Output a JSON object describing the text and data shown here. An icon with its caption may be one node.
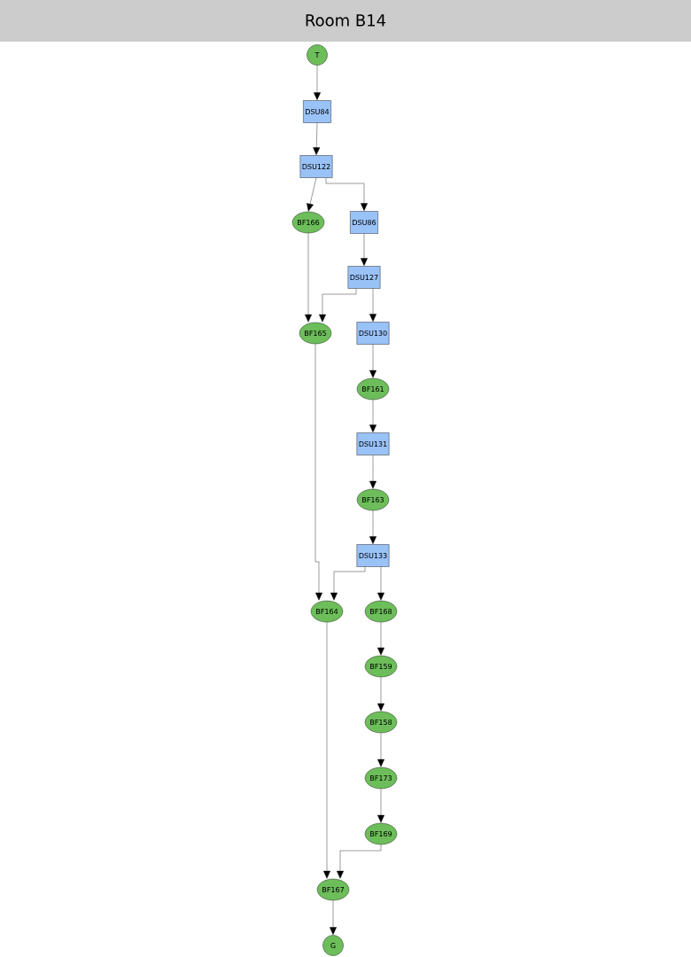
{
  "diagram": {
    "title": "Room B14",
    "nodes": [
      {
        "text": [
          "T"
        ]
      },
      {
        "text": [
          "DSU84"
        ]
      },
      {
        "text": [
          "DSU122"
        ]
      },
      {
        "text": [
          "BF166"
        ]
      },
      {
        "text": [
          "DSU86"
        ]
      },
      {
        "text": [
          "DSU127"
        ]
      },
      {
        "text": [
          "BF165"
        ]
      },
      {
        "text": [
          "DSU130"
        ]
      },
      {
        "text": [
          "BF161"
        ]
      },
      {
        "text": [
          "DSU131"
        ]
      },
      {
        "text": [
          "BF163"
        ]
      },
      {
        "text": [
          "DSU133"
        ]
      },
      {
        "text": [
          "BF164"
        ]
      },
      {
        "text": [
          "BF168"
        ]
      },
      {
        "text": [
          "BF159"
        ]
      },
      {
        "text": [
          "BF158"
        ]
      },
      {
        "text": [
          "BF173"
        ]
      },
      {
        "text": [
          "BF169"
        ]
      },
      {
        "text": [
          "BF167"
        ]
      },
      {
        "text": [
          "G"
        ]
      }
    ],
    "edges": [
      {
        "from": 0,
        "to": 1,
        "arrow": "to"
      },
      {
        "from": 1,
        "to": 2,
        "arrow": "to"
      },
      {
        "from": 2,
        "to": 3,
        "arrow": "to"
      },
      {
        "from": 2,
        "to": 4,
        "arrow": "to"
      },
      {
        "from": 3,
        "to": 6,
        "arrow": "to"
      },
      {
        "from": 4,
        "to": 5,
        "arrow": "to"
      },
      {
        "from": 5,
        "to": 6,
        "arrow": "to"
      },
      {
        "from": 5,
        "to": 7,
        "arrow": "to"
      },
      {
        "from": 7,
        "to": 8,
        "arrow": "to"
      },
      {
        "from": 8,
        "to": 9,
        "arrow": "to"
      },
      {
        "from": 9,
        "to": 10,
        "arrow": "to"
      },
      {
        "from": 10,
        "to": 11,
        "arrow": "to"
      },
      {
        "from": 6,
        "to": 12,
        "arrow": "to"
      },
      {
        "from": 11,
        "to": 12,
        "arrow": "to"
      },
      {
        "from": 11,
        "to": 13,
        "arrow": "to"
      },
      {
        "from": 13,
        "to": 14,
        "arrow": "to"
      },
      {
        "from": 14,
        "to": 15,
        "arrow": "to"
      },
      {
        "from": 15,
        "to": 16,
        "arrow": "to"
      },
      {
        "from": 16,
        "to": 17,
        "arrow": "to"
      },
      {
        "from": 12,
        "to": 18,
        "arrow": "to"
      },
      {
        "from": 17,
        "to": 18,
        "arrow": "to"
      },
      {
        "from": 18,
        "to": 19,
        "arrow": "to"
      }
    ]
  }
}
